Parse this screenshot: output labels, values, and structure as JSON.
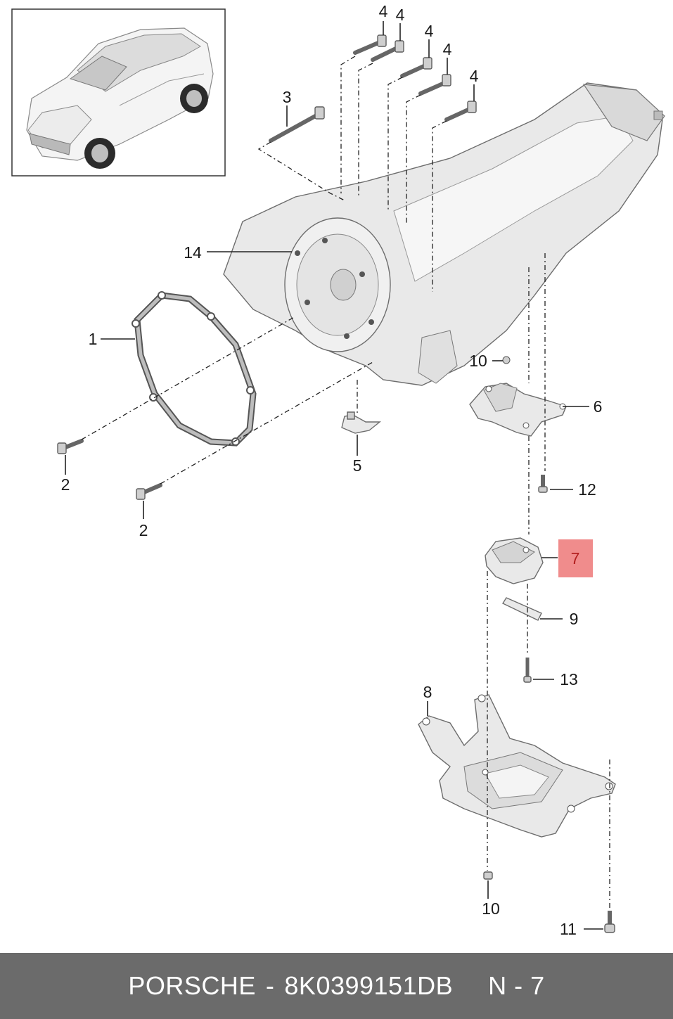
{
  "callouts": {
    "c1": "1",
    "c2a": "2",
    "c2b": "2",
    "c3": "3",
    "c4a": "4",
    "c4b": "4",
    "c4c": "4",
    "c4d": "4",
    "c4e": "4",
    "c5": "5",
    "c6": "6",
    "c7": "7",
    "c8": "8",
    "c9": "9",
    "c10a": "10",
    "c10b": "10",
    "c11": "11",
    "c12": "12",
    "c13": "13",
    "c14": "14"
  },
  "footer": {
    "brand": "PORSCHE",
    "separator": "-",
    "part_number": "8K0399151DB",
    "position": "N - 7"
  },
  "colors": {
    "highlight_box": "#f08c8c",
    "footer_background": "#6b6b6b",
    "footer_text": "#ffffff"
  }
}
